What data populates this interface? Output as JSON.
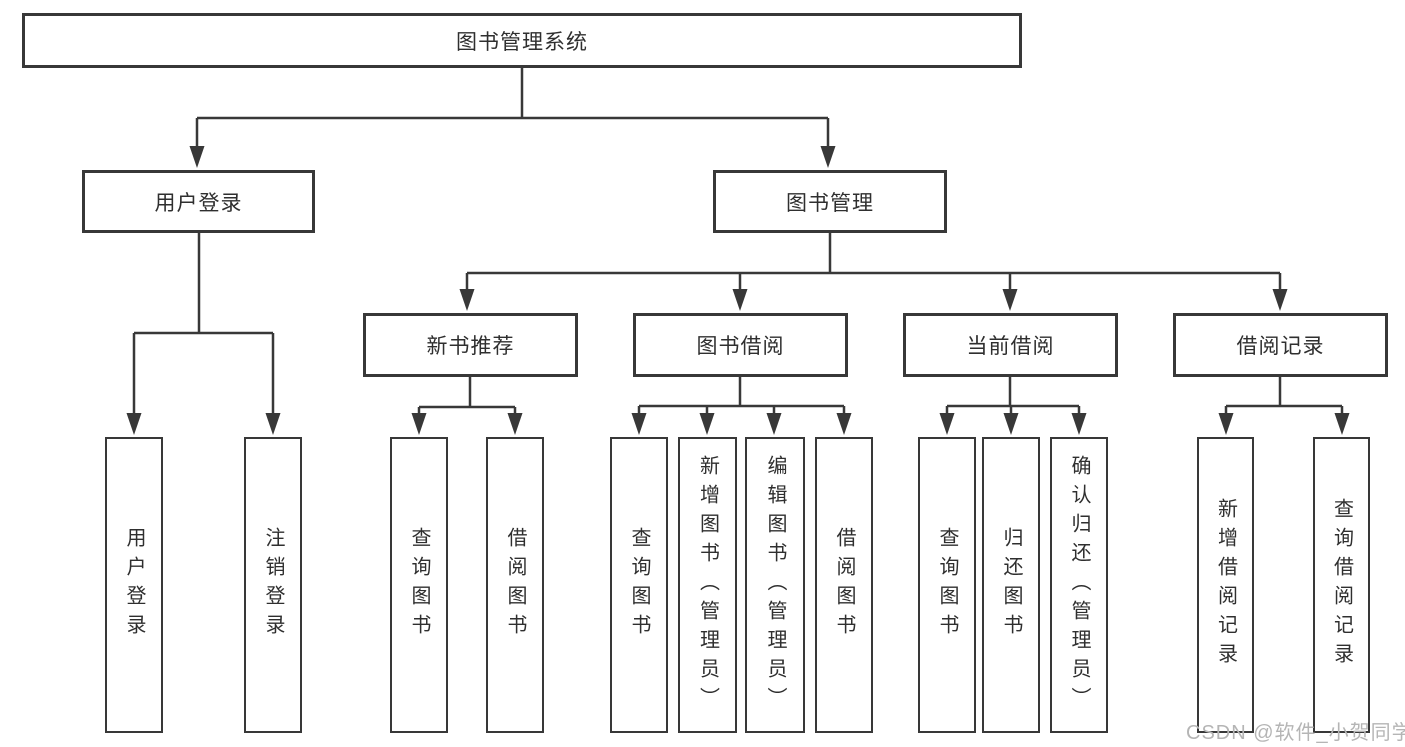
{
  "diagram": {
    "title": "图书管理系统",
    "root": {
      "label": "图书管理系统"
    },
    "branches": [
      {
        "label": "用户登录",
        "children": [
          {
            "label": "用户登录"
          },
          {
            "label": "注销登录"
          }
        ]
      },
      {
        "label": "图书管理",
        "children": [
          {
            "label": "新书推荐",
            "children": [
              {
                "label": "查询图书"
              },
              {
                "label": "借阅图书"
              }
            ]
          },
          {
            "label": "图书借阅",
            "children": [
              {
                "label": "查询图书"
              },
              {
                "label": "新增图书（管理员）"
              },
              {
                "label": "编辑图书（管理员）"
              },
              {
                "label": "借阅图书"
              }
            ]
          },
          {
            "label": "当前借阅",
            "children": [
              {
                "label": "查询图书"
              },
              {
                "label": "归还图书"
              },
              {
                "label": "确认归还（管理员）"
              }
            ]
          },
          {
            "label": "借阅记录",
            "children": [
              {
                "label": "新增借阅记录"
              },
              {
                "label": "查询借阅记录"
              }
            ]
          }
        ]
      }
    ]
  },
  "watermark": {
    "text": "CSDN @软件_小贺同学",
    "color": "#b5b5b5"
  },
  "colors": {
    "line": "#383838",
    "text": "#2f2f2f",
    "background": "#ffffff"
  }
}
